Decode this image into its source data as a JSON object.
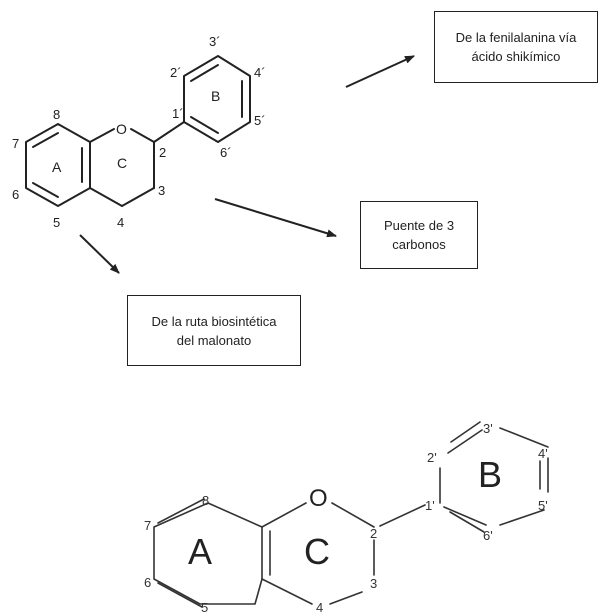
{
  "boxes": {
    "shikimic": "De la fenilalanina vía\nácido shikímico",
    "bridge": "Puente de 3\ncarbonos",
    "malonate": "De la ruta biosintética\ndel malonato"
  },
  "top_structure": {
    "oxygen": "O",
    "rings": {
      "a": "A",
      "b": "B",
      "c": "C"
    },
    "positions": {
      "p2": "2",
      "p3": "3",
      "p4": "4",
      "p5": "5",
      "p6": "6",
      "p7": "7",
      "p8": "8",
      "p1p": "1´",
      "p2p": "2´",
      "p3p": "3´",
      "p4p": "4´",
      "p5p": "5´",
      "p6p": "6´"
    }
  },
  "bottom_structure": {
    "oxygen": "O",
    "rings": {
      "a": "A",
      "b": "B",
      "c": "C"
    },
    "positions": {
      "p2": "2",
      "p3": "3",
      "p4": "4",
      "p5": "5",
      "p6": "6",
      "p7": "7",
      "p8": "8",
      "p1p": "1'",
      "p2p": "2'",
      "p3p": "3'",
      "p4p": "4'",
      "p5p": "5'",
      "p6p": "6'"
    }
  }
}
